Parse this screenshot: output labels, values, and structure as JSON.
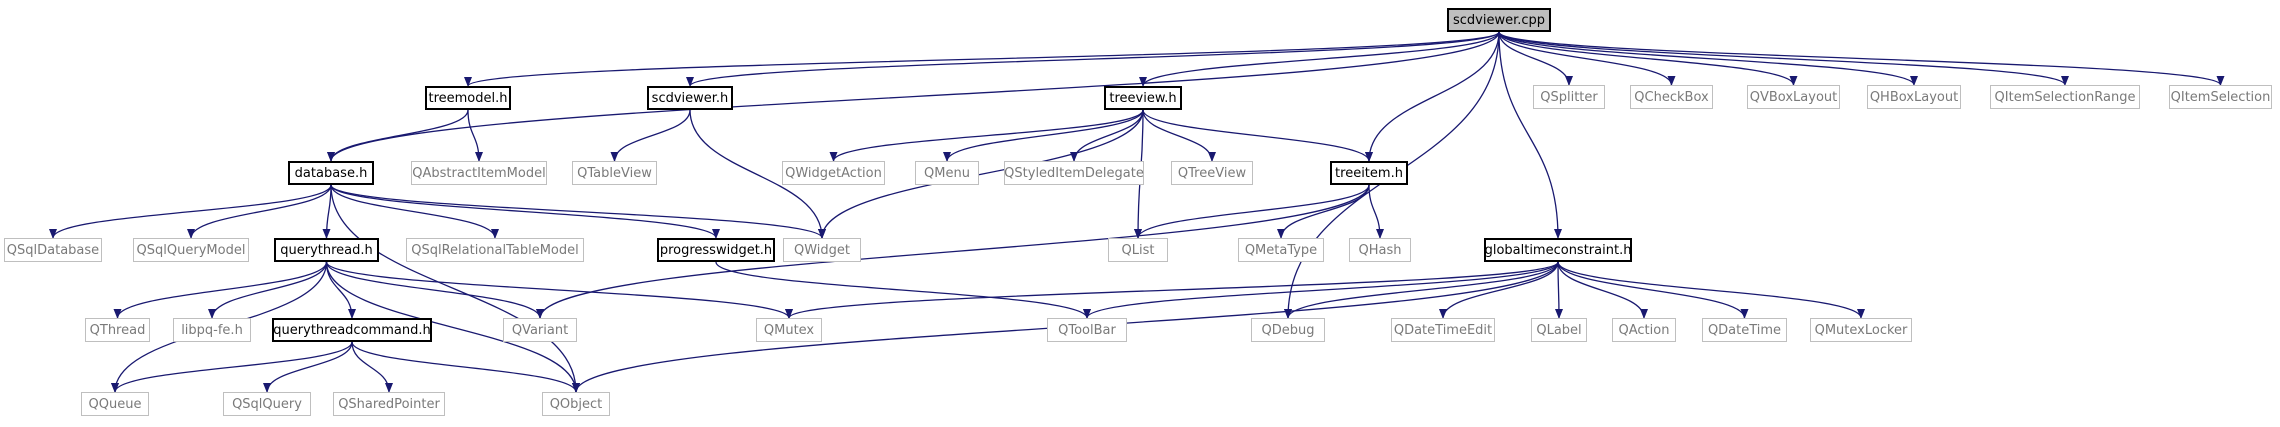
{
  "diagram": {
    "edge_color": "#191970",
    "nodes": [
      {
        "id": "scdviewer_cpp",
        "label": "scdviewer.cpp",
        "kind": "root"
      },
      {
        "id": "treemodel_h",
        "label": "treemodel.h",
        "kind": "local"
      },
      {
        "id": "scdviewer_h",
        "label": "scdviewer.h",
        "kind": "local"
      },
      {
        "id": "treeview_h",
        "label": "treeview.h",
        "kind": "local"
      },
      {
        "id": "QSplitter",
        "label": "QSplitter",
        "kind": "external"
      },
      {
        "id": "QCheckBox",
        "label": "QCheckBox",
        "kind": "external"
      },
      {
        "id": "QVBoxLayout",
        "label": "QVBoxLayout",
        "kind": "external"
      },
      {
        "id": "QHBoxLayout",
        "label": "QHBoxLayout",
        "kind": "external"
      },
      {
        "id": "QItemSelectionRange",
        "label": "QItemSelectionRange",
        "kind": "external"
      },
      {
        "id": "QItemSelection",
        "label": "QItemSelection",
        "kind": "external"
      },
      {
        "id": "database_h",
        "label": "database.h",
        "kind": "local"
      },
      {
        "id": "QAbstractItemModel",
        "label": "QAbstractItemModel",
        "kind": "external"
      },
      {
        "id": "QTableView",
        "label": "QTableView",
        "kind": "external"
      },
      {
        "id": "QWidgetAction",
        "label": "QWidgetAction",
        "kind": "external"
      },
      {
        "id": "QMenu",
        "label": "QMenu",
        "kind": "external"
      },
      {
        "id": "QStyledItemDelegate",
        "label": "QStyledItemDelegate",
        "kind": "external"
      },
      {
        "id": "QTreeView",
        "label": "QTreeView",
        "kind": "external"
      },
      {
        "id": "treeitem_h",
        "label": "treeitem.h",
        "kind": "local"
      },
      {
        "id": "QSqlDatabase",
        "label": "QSqlDatabase",
        "kind": "external"
      },
      {
        "id": "QSqlQueryModel",
        "label": "QSqlQueryModel",
        "kind": "external"
      },
      {
        "id": "querythread_h",
        "label": "querythread.h",
        "kind": "local"
      },
      {
        "id": "QSqlRelationalTableModel",
        "label": "QSqlRelationalTableModel",
        "kind": "external"
      },
      {
        "id": "progresswidget_h",
        "label": "progresswidget.h",
        "kind": "local"
      },
      {
        "id": "QWidget",
        "label": "QWidget",
        "kind": "external"
      },
      {
        "id": "QList",
        "label": "QList",
        "kind": "external"
      },
      {
        "id": "QMetaType",
        "label": "QMetaType",
        "kind": "external"
      },
      {
        "id": "QHash",
        "label": "QHash",
        "kind": "external"
      },
      {
        "id": "globaltimeconstraint_h",
        "label": "globaltimeconstraint.h",
        "kind": "local"
      },
      {
        "id": "QThread",
        "label": "QThread",
        "kind": "external"
      },
      {
        "id": "libpq_fe_h",
        "label": "libpq-fe.h",
        "kind": "external"
      },
      {
        "id": "querythreadcommand_h",
        "label": "querythreadcommand.h",
        "kind": "local"
      },
      {
        "id": "QVariant",
        "label": "QVariant",
        "kind": "external"
      },
      {
        "id": "QMutex",
        "label": "QMutex",
        "kind": "external"
      },
      {
        "id": "QToolBar",
        "label": "QToolBar",
        "kind": "external"
      },
      {
        "id": "QDebug",
        "label": "QDebug",
        "kind": "external"
      },
      {
        "id": "QDateTimeEdit",
        "label": "QDateTimeEdit",
        "kind": "external"
      },
      {
        "id": "QLabel",
        "label": "QLabel",
        "kind": "external"
      },
      {
        "id": "QAction",
        "label": "QAction",
        "kind": "external"
      },
      {
        "id": "QDateTime",
        "label": "QDateTime",
        "kind": "external"
      },
      {
        "id": "QMutexLocker",
        "label": "QMutexLocker",
        "kind": "external"
      },
      {
        "id": "QQueue",
        "label": "QQueue",
        "kind": "external"
      },
      {
        "id": "QSqlQuery",
        "label": "QSqlQuery",
        "kind": "external"
      },
      {
        "id": "QSharedPointer",
        "label": "QSharedPointer",
        "kind": "external"
      },
      {
        "id": "QObject",
        "label": "QObject",
        "kind": "external"
      }
    ],
    "edges": [
      [
        "scdviewer_cpp",
        "database_h"
      ],
      [
        "scdviewer_cpp",
        "treemodel_h"
      ],
      [
        "scdviewer_cpp",
        "scdviewer_h"
      ],
      [
        "scdviewer_cpp",
        "treeview_h"
      ],
      [
        "scdviewer_cpp",
        "treeitem_h"
      ],
      [
        "scdviewer_cpp",
        "QDebug"
      ],
      [
        "scdviewer_cpp",
        "globaltimeconstraint_h"
      ],
      [
        "scdviewer_cpp",
        "QSplitter"
      ],
      [
        "scdviewer_cpp",
        "QCheckBox"
      ],
      [
        "scdviewer_cpp",
        "QVBoxLayout"
      ],
      [
        "scdviewer_cpp",
        "QHBoxLayout"
      ],
      [
        "scdviewer_cpp",
        "QItemSelectionRange"
      ],
      [
        "scdviewer_cpp",
        "QItemSelection"
      ],
      [
        "treemodel_h",
        "database_h"
      ],
      [
        "treemodel_h",
        "QAbstractItemModel"
      ],
      [
        "scdviewer_h",
        "QTableView"
      ],
      [
        "scdviewer_h",
        "QWidget"
      ],
      [
        "treeview_h",
        "QWidget"
      ],
      [
        "treeview_h",
        "QWidgetAction"
      ],
      [
        "treeview_h",
        "QMenu"
      ],
      [
        "treeview_h",
        "QStyledItemDelegate"
      ],
      [
        "treeview_h",
        "QTreeView"
      ],
      [
        "treeview_h",
        "treeitem_h"
      ],
      [
        "treeview_h",
        "QList"
      ],
      [
        "database_h",
        "QSqlDatabase"
      ],
      [
        "database_h",
        "QSqlQueryModel"
      ],
      [
        "database_h",
        "querythread_h"
      ],
      [
        "database_h",
        "QSqlRelationalTableModel"
      ],
      [
        "database_h",
        "progresswidget_h"
      ],
      [
        "database_h",
        "QWidget"
      ],
      [
        "database_h",
        "QObject"
      ],
      [
        "treeitem_h",
        "QList"
      ],
      [
        "treeitem_h",
        "QMetaType"
      ],
      [
        "treeitem_h",
        "QHash"
      ],
      [
        "treeitem_h",
        "QVariant"
      ],
      [
        "querythread_h",
        "QThread"
      ],
      [
        "querythread_h",
        "libpq_fe_h"
      ],
      [
        "querythread_h",
        "querythreadcommand_h"
      ],
      [
        "querythread_h",
        "QVariant"
      ],
      [
        "querythread_h",
        "QMutex"
      ],
      [
        "querythread_h",
        "QObject"
      ],
      [
        "querythread_h",
        "QQueue"
      ],
      [
        "progresswidget_h",
        "QToolBar"
      ],
      [
        "querythreadcommand_h",
        "QQueue"
      ],
      [
        "querythreadcommand_h",
        "QSqlQuery"
      ],
      [
        "querythreadcommand_h",
        "QSharedPointer"
      ],
      [
        "querythreadcommand_h",
        "QObject"
      ],
      [
        "globaltimeconstraint_h",
        "QMutex"
      ],
      [
        "globaltimeconstraint_h",
        "QToolBar"
      ],
      [
        "globaltimeconstraint_h",
        "QDebug"
      ],
      [
        "globaltimeconstraint_h",
        "QDateTimeEdit"
      ],
      [
        "globaltimeconstraint_h",
        "QLabel"
      ],
      [
        "globaltimeconstraint_h",
        "QAction"
      ],
      [
        "globaltimeconstraint_h",
        "QDateTime"
      ],
      [
        "globaltimeconstraint_h",
        "QMutexLocker"
      ],
      [
        "globaltimeconstraint_h",
        "QObject"
      ]
    ]
  }
}
